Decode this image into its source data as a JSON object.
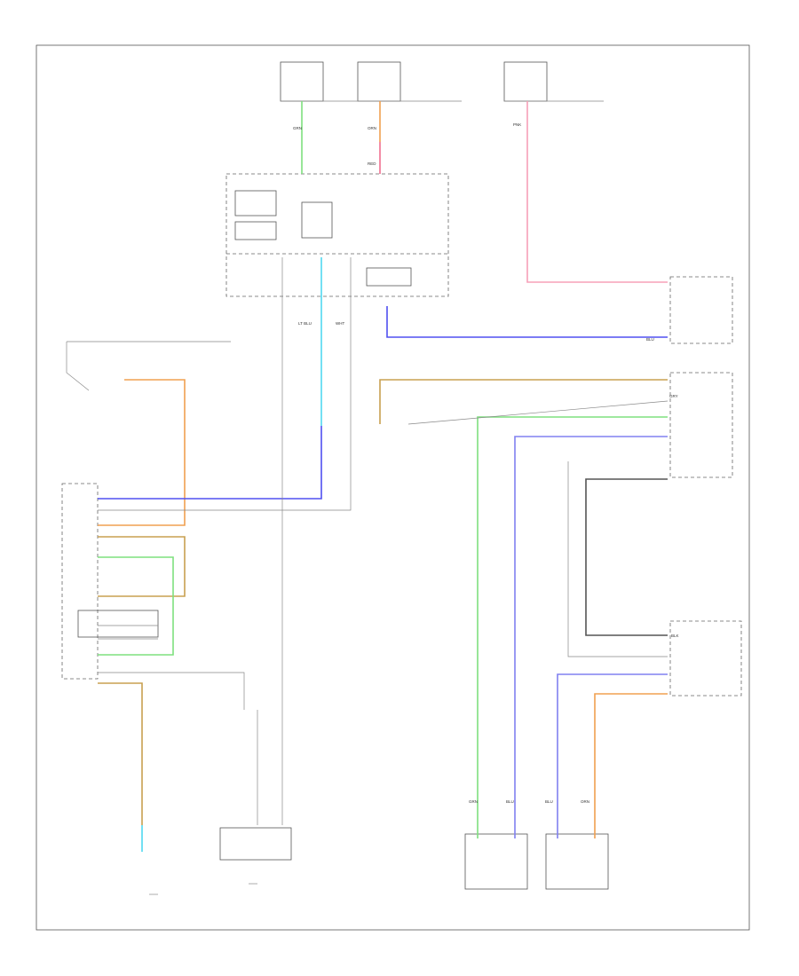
{
  "colors": {
    "green": "#7ee07e",
    "orange": "#f0a050",
    "pink": "#f07090",
    "blue": "#5050f0",
    "cyan": "#50d8f0",
    "olive": "#c8a050",
    "dark": "#333333",
    "frame": "#555555"
  },
  "wire_labels": [
    "GRN",
    "ORN",
    "RED",
    "PNK",
    "BLU",
    "LT BLU",
    "WHT",
    "GRY",
    "BLK"
  ],
  "footer": "",
  "labels": {
    "hot_at_all_times_1": "",
    "hot_at_all_times_2": "",
    "hot_at_all_times_3": "",
    "passenger_fuse": "",
    "ecm_fuse": "",
    "junction_box": "",
    "power_window_relay": "",
    "body_control_module": "",
    "driver_switch": "",
    "left_front_motor": "",
    "right_front_motor": "",
    "rear_left_motor": "",
    "rear_right_motor": "",
    "passenger_unit": "",
    "door_lock_actuator": "",
    "left_rear_switch": "",
    "right_rear_switch": ""
  }
}
